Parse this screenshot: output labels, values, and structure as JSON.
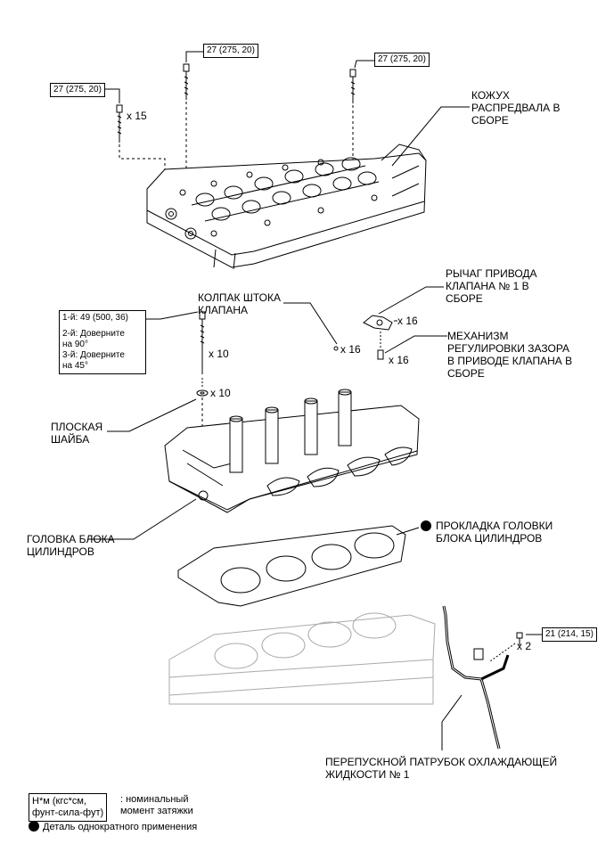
{
  "torques": {
    "bolt_a": "27 (275, 20)",
    "bolt_b": "27 (275, 20)",
    "bolt_c": "27 (275, 20)",
    "head_bolt_steps": [
      "1-й: 49 (500, 36)",
      "2-й: Доверните\nна 90°",
      "3-й: Доверните\nна 45°"
    ],
    "bypass_bolt": "21 (214, 15)"
  },
  "quantities": {
    "q15": "x 15",
    "q10_bolt": "x 10",
    "q10_washer": "x 10",
    "q16_cap": "x 16",
    "q16_arm": "x 16",
    "q16_adjuster": "x 16",
    "q2": "x 2"
  },
  "labels": {
    "camshaft_housing": "КОЖУХ\nРАСПРЕДВАЛА В\nСБОРЕ",
    "rocker_arm": "РЫЧАГ ПРИВОДА\nКЛАПАНА № 1 В\nСБОРЕ",
    "stem_cap": "КОЛПАК ШТОКА\nКЛАПАНА",
    "lash_adjuster": "МЕХАНИЗМ\nРЕГУЛИРОВКИ ЗАЗОРА\nВ ПРИВОДЕ КЛАПАНА В\nСБОРЕ",
    "plain_washer": "ПЛОСКАЯ\nШАЙБА",
    "cylinder_head": "ГОЛОВКА БЛОКА\nЦИЛИНДРОВ",
    "head_gasket": "ПРОКЛАДКА ГОЛОВКИ\nБЛОКА ЦИЛИНДРОВ",
    "bypass_pipe": "ПЕРЕПУСКНОЙ ПАТРУБОК ОХЛАЖДАЮЩЕЙ\nЖИДКОСТИ № 1"
  },
  "legend": {
    "unit_box": "Н*м (кгс*см,\nфунт-сила-фут)",
    "unit_desc": ": номинальный\nмомент затяжки",
    "nonreusable": "Деталь однократного применения"
  }
}
